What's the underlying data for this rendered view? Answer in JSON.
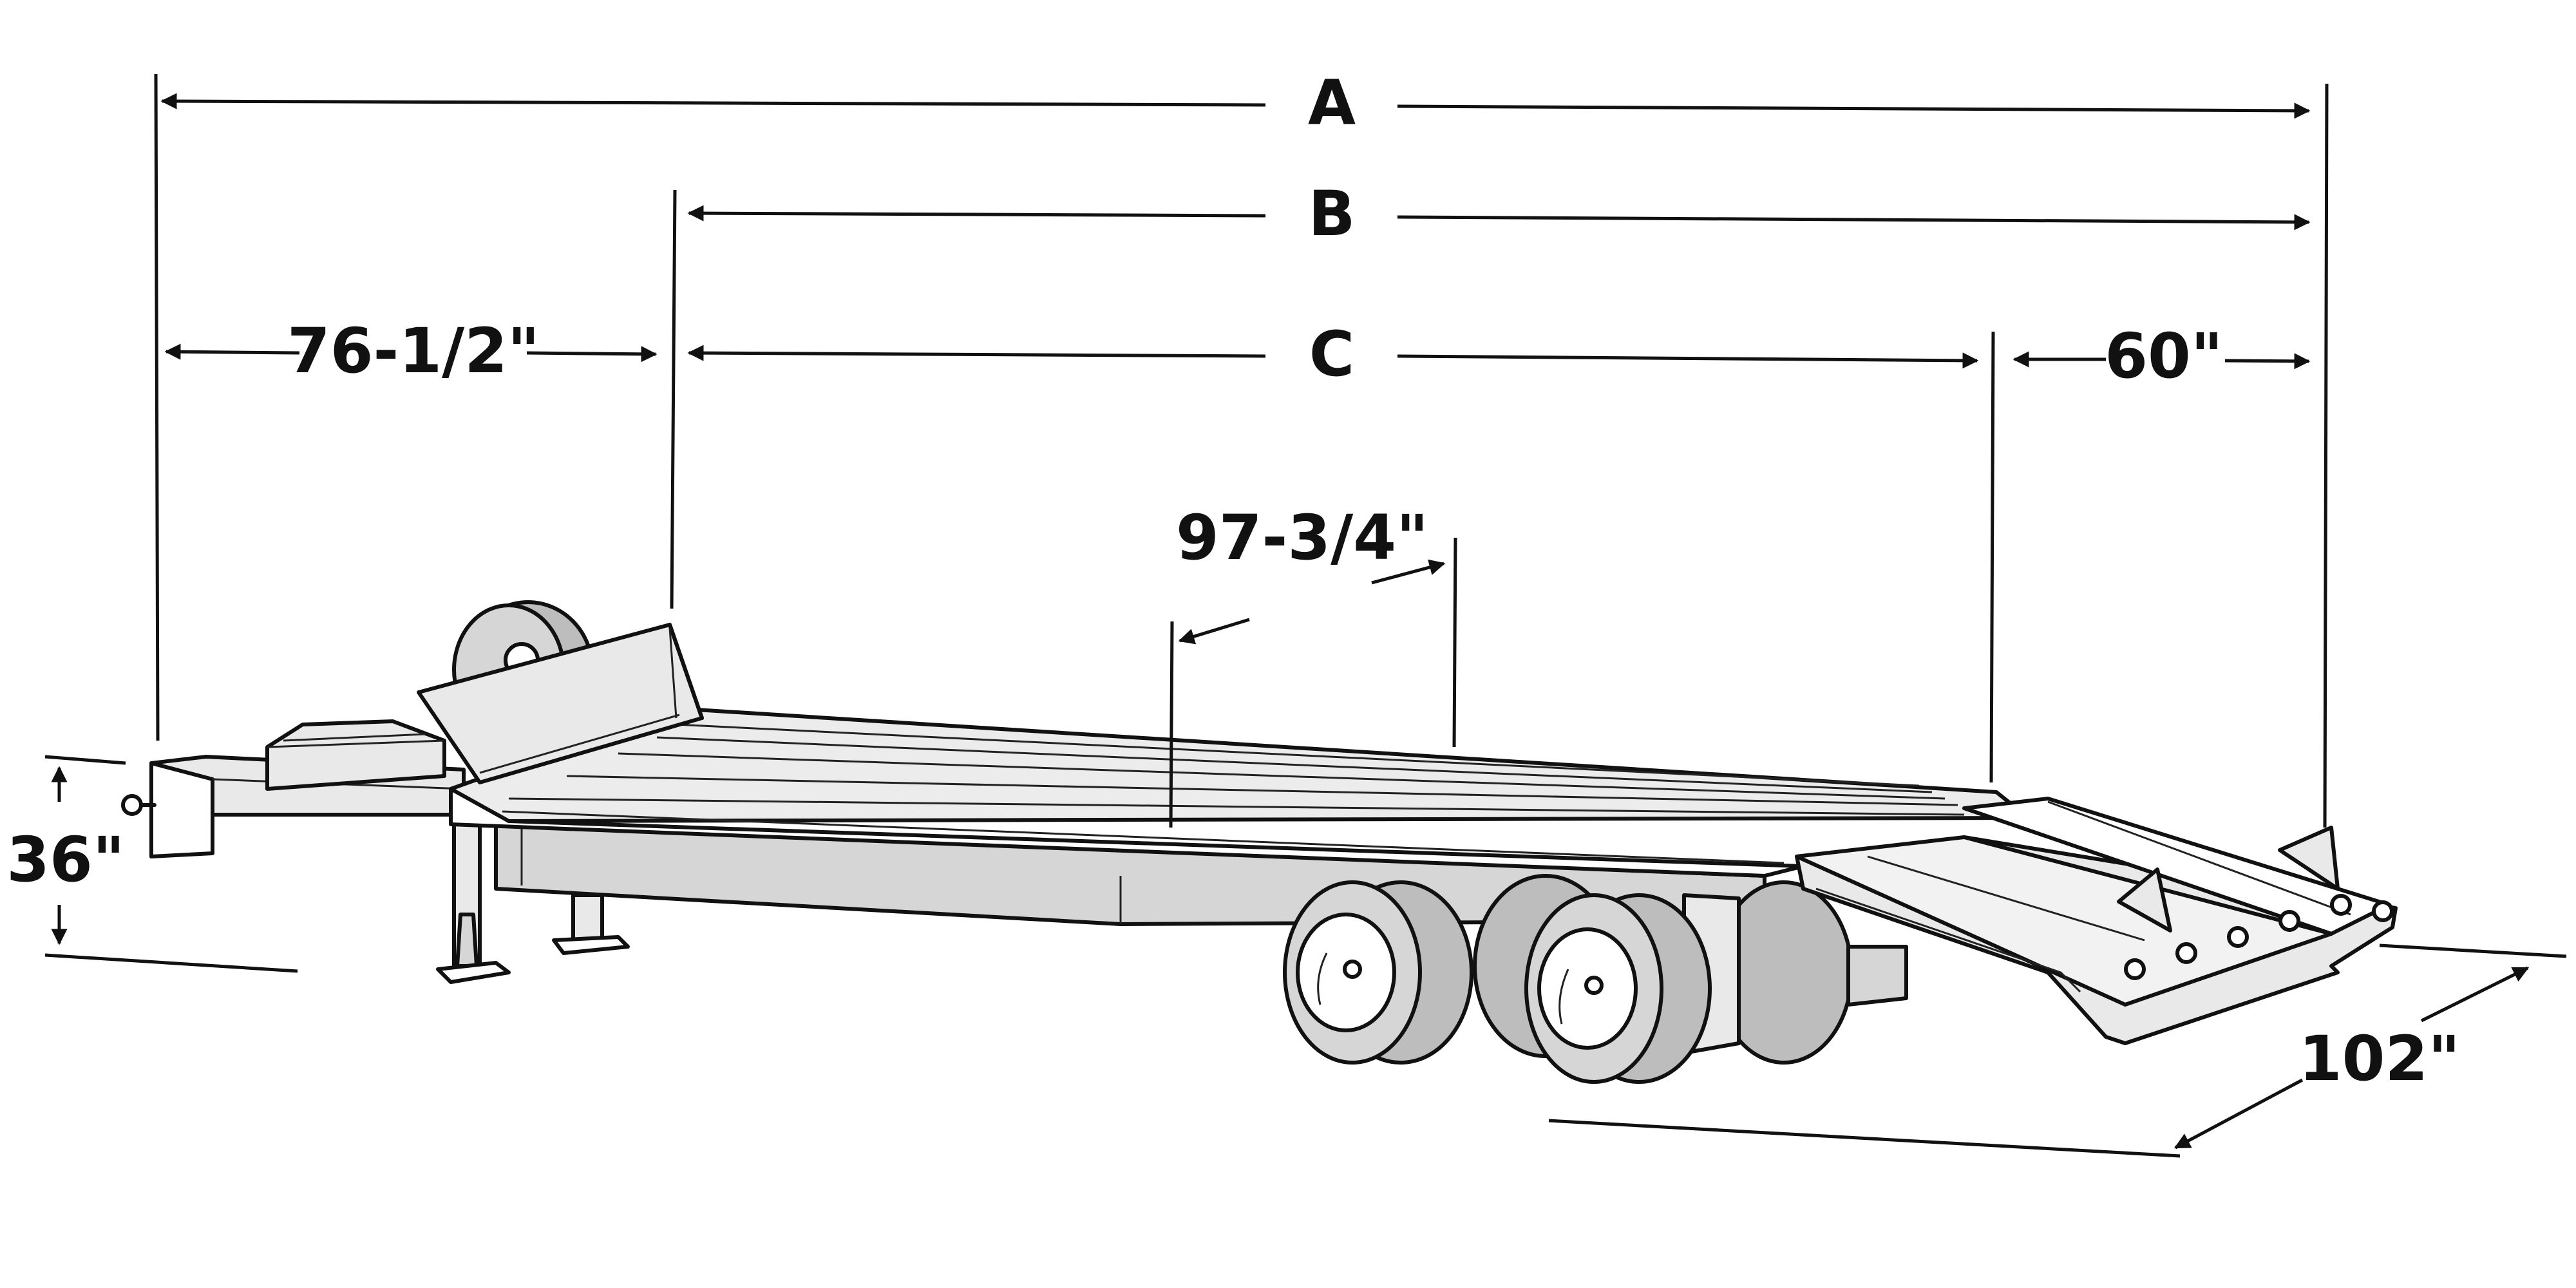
{
  "dimensions": {
    "overall_length": "A",
    "deck_length": "B",
    "main_deck_length": "C",
    "gooseneck_length": "76-1/2\"",
    "ramp_length": "60\"",
    "deck_width": "97-3/4\"",
    "deck_height": "36\"",
    "overall_width": "102\""
  },
  "colors": {
    "line": "#111111",
    "fill_light": "#e9e9e9",
    "fill_mid": "#d6d6d6",
    "fill_dark": "#bdbdbd"
  }
}
